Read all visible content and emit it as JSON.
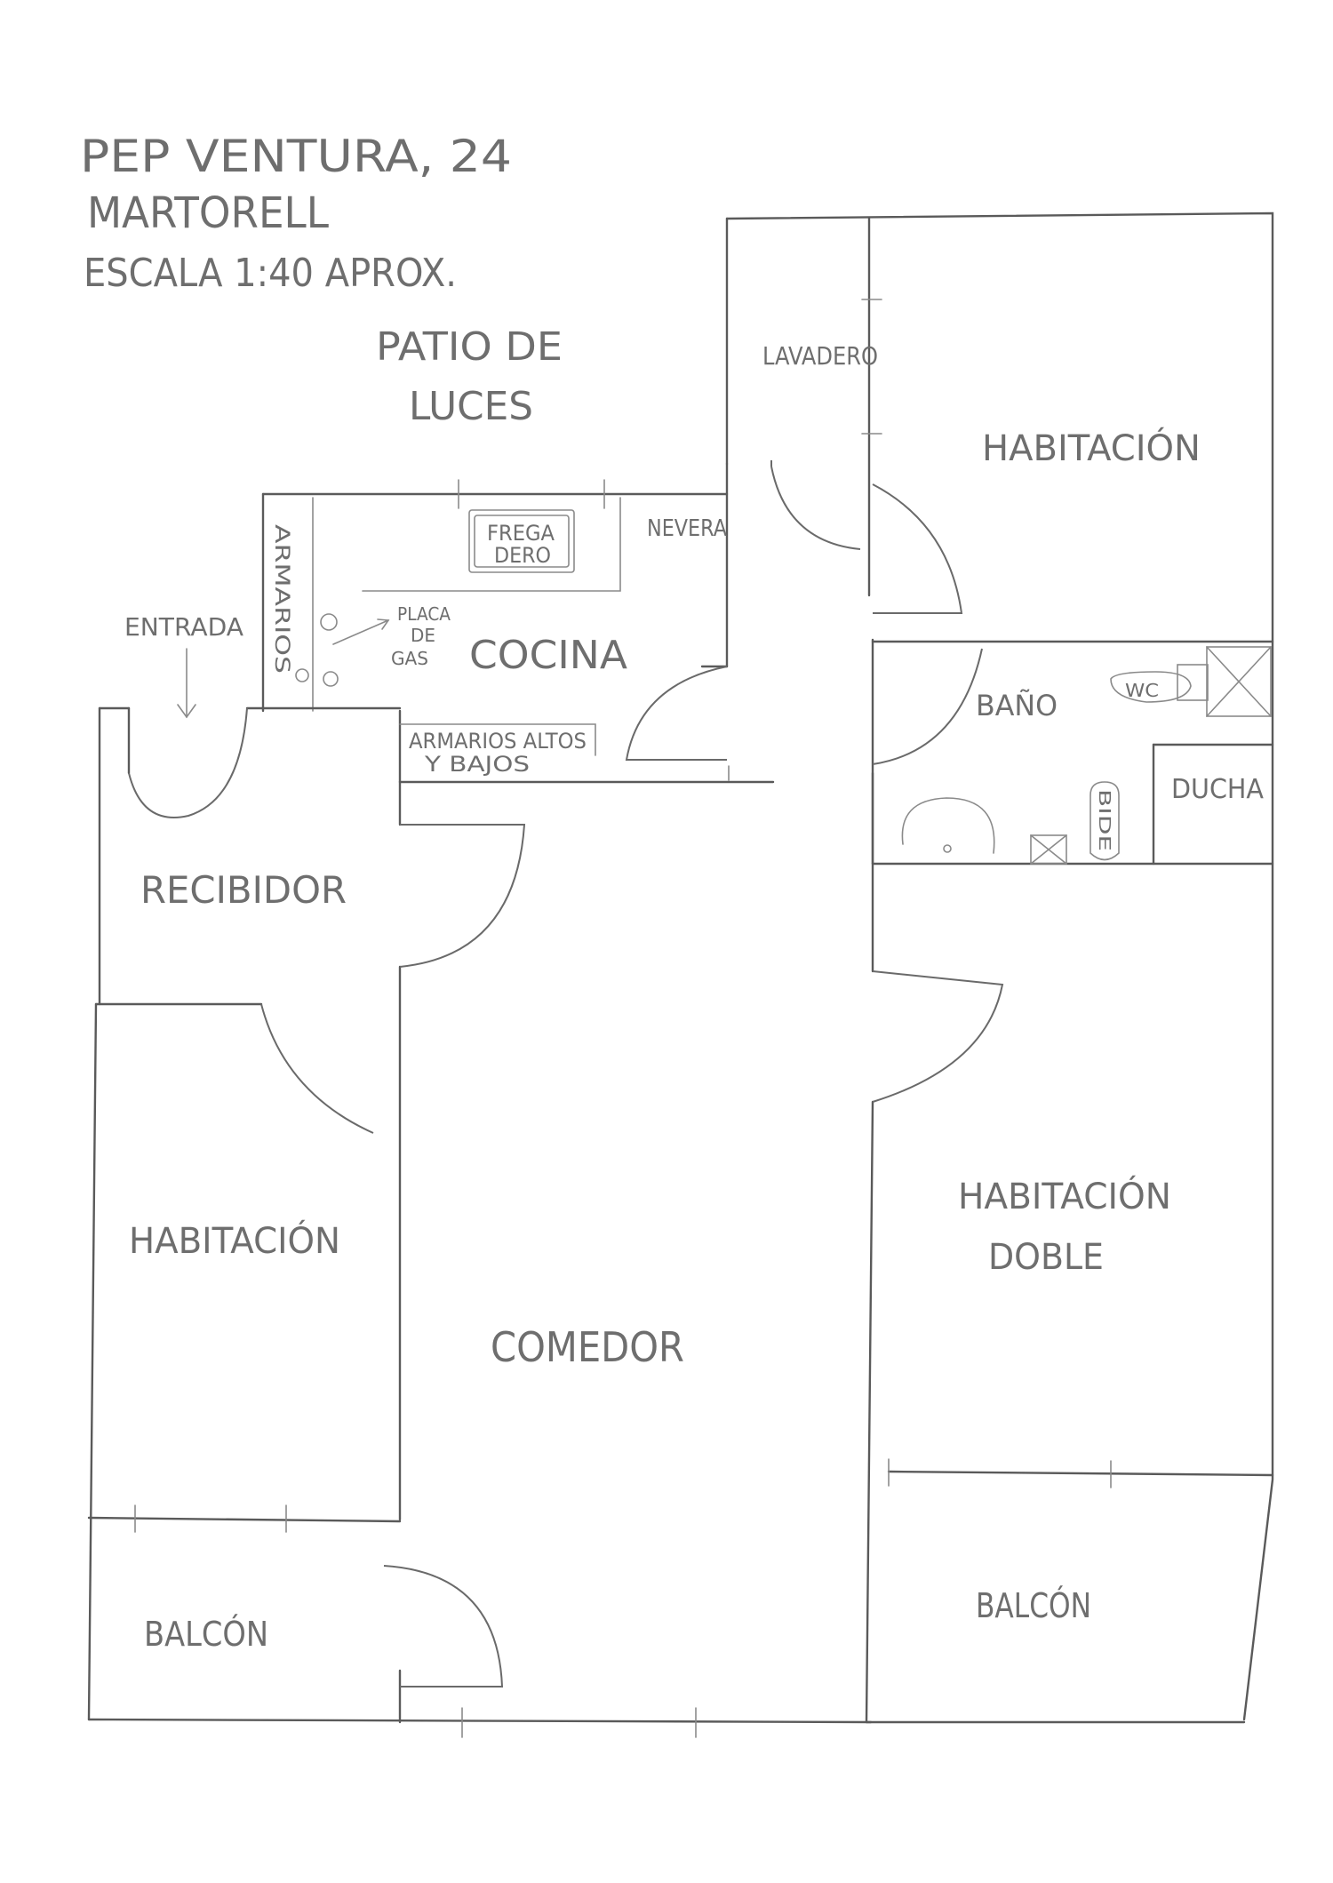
{
  "header": {
    "line1": "PEP VENTURA, 24",
    "line2": "MARTORELL",
    "line3": "ESCALA 1:40 APROX."
  },
  "patio": {
    "line1": "PATIO DE",
    "line2": "LUCES"
  },
  "rooms": {
    "lavadero": "LAVADERO",
    "habitacion_top": "HABITACIÓN",
    "nevera": "NEVERA",
    "fregadero_1": "FREGA",
    "fregadero_2": "DERO",
    "armarios_vertical": "ARMARIOS",
    "placa_1": "PLACA",
    "placa_2": "DE",
    "placa_3": "GAS",
    "cocina": "COCINA",
    "entrada": "ENTRADA",
    "bano": "BAÑO",
    "wc": "WC",
    "ducha": "DUCHA",
    "bide": "BIDE",
    "armarios_altos_1": "ARMARIOS ALTOS",
    "armarios_altos_2": "Y BAJOS",
    "recibidor": "RECIBIDOR",
    "habitacion_left": "HABITACIÓN",
    "habitacion_doble_1": "HABITACIÓN",
    "habitacion_doble_2": "DOBLE",
    "comedor": "COMEDOR",
    "balcon_left": "BALCÓN",
    "balcon_right": "BALCÓN"
  }
}
